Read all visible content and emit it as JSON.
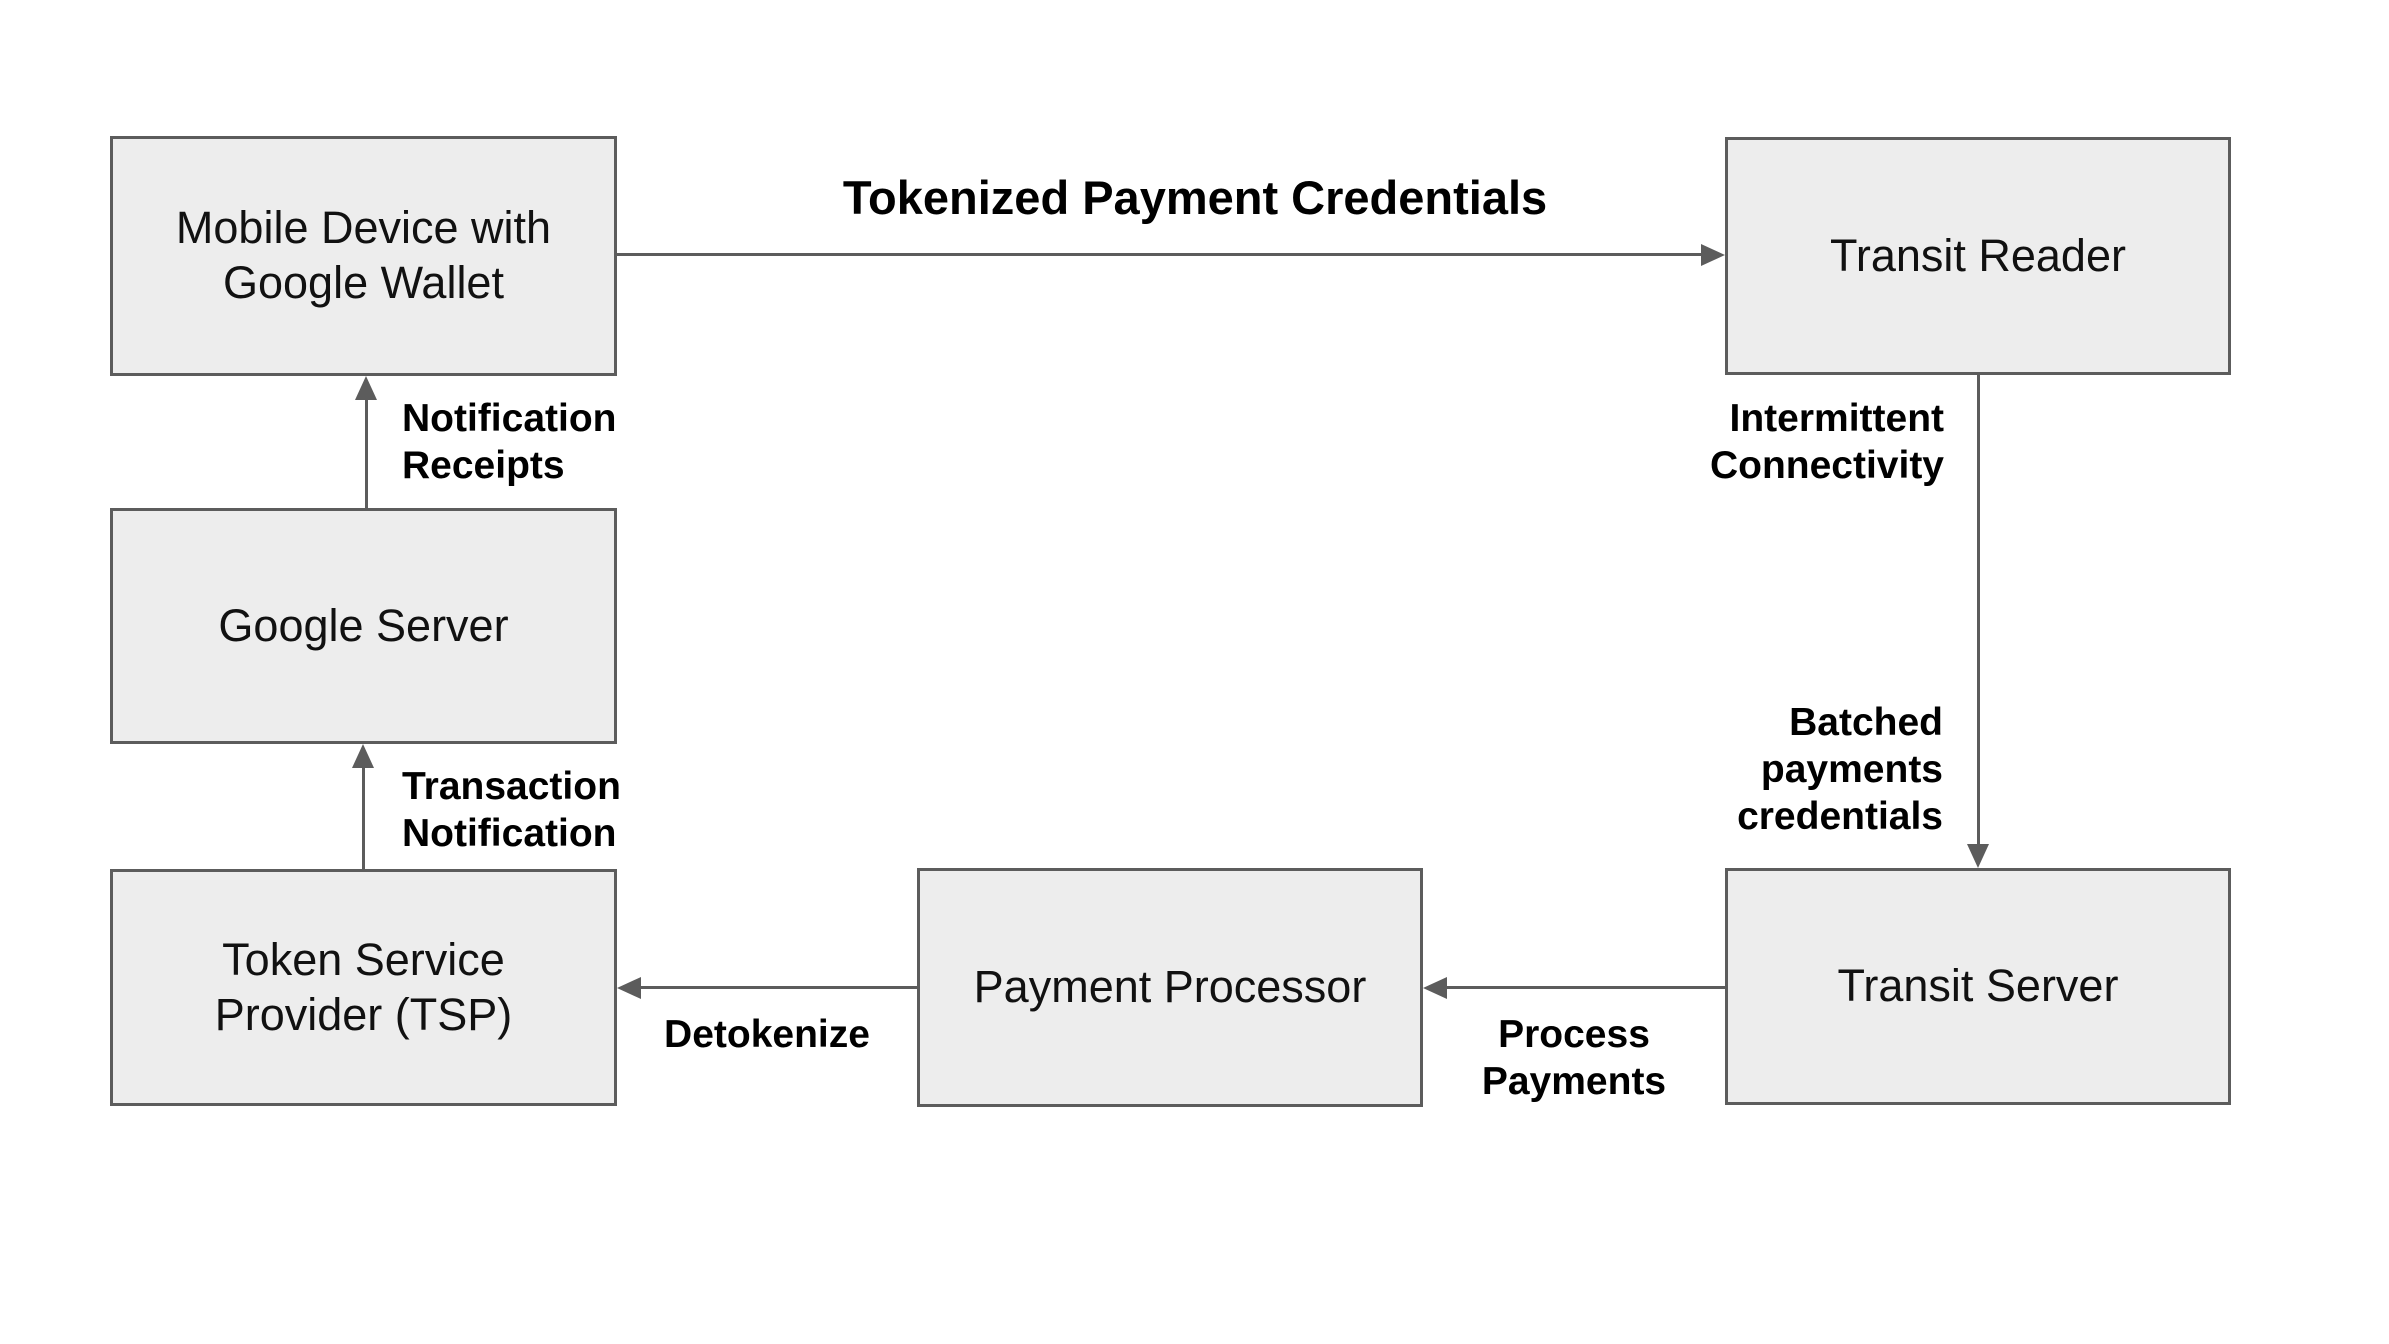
{
  "diagram": {
    "colors": {
      "background": "#ffffff",
      "node_fill": "#ededed",
      "node_border": "#5c5c5c",
      "arrow": "#5c5c5c",
      "label_text": "#000000"
    },
    "nodes": [
      {
        "id": "mobile-device-google-wallet",
        "label": "Mobile Device with\nGoogle Wallet"
      },
      {
        "id": "transit-reader",
        "label": "Transit Reader"
      },
      {
        "id": "google-server",
        "label": "Google Server"
      },
      {
        "id": "token-service-provider",
        "label": "Token Service\nProvider (TSP)"
      },
      {
        "id": "payment-processor",
        "label": "Payment Processor"
      },
      {
        "id": "transit-server",
        "label": "Transit Server"
      }
    ],
    "edges": [
      {
        "id": "mobile-to-reader",
        "from": "mobile-device-google-wallet",
        "to": "transit-reader",
        "labels": [
          "Tokenized Payment Credentials"
        ]
      },
      {
        "id": "reader-to-transit-server",
        "from": "transit-reader",
        "to": "transit-server",
        "labels": [
          "Intermittent\nConnectivity",
          "Batched\npayments\ncredentials"
        ]
      },
      {
        "id": "transit-server-to-processor",
        "from": "transit-server",
        "to": "payment-processor",
        "labels": [
          "Process\nPayments"
        ]
      },
      {
        "id": "processor-to-tsp",
        "from": "payment-processor",
        "to": "token-service-provider",
        "labels": [
          "Detokenize"
        ]
      },
      {
        "id": "tsp-to-google-server",
        "from": "token-service-provider",
        "to": "google-server",
        "labels": [
          "Transaction\nNotification"
        ]
      },
      {
        "id": "google-server-to-mobile",
        "from": "google-server",
        "to": "mobile-device-google-wallet",
        "labels": [
          "Notification\nReceipts"
        ]
      }
    ]
  }
}
